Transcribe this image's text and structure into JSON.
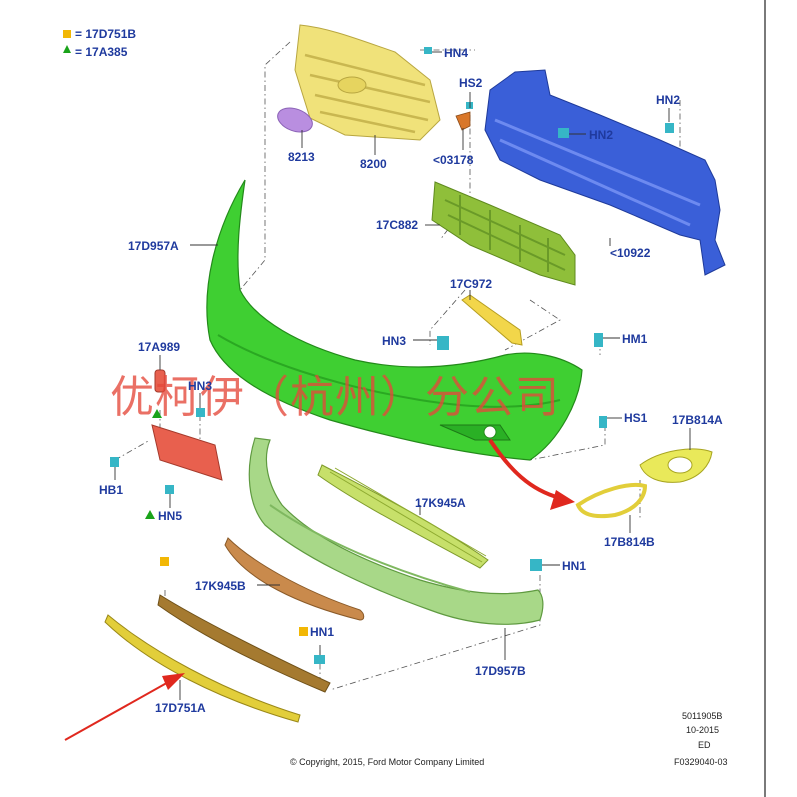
{
  "legend": [
    {
      "symbol": "square",
      "color": "#f2b705",
      "text": "= 17D751B"
    },
    {
      "symbol": "triangle",
      "color": "#1aa31a",
      "text": "= 17A385"
    }
  ],
  "labels": {
    "hn4": "HN4",
    "hs2": "HS2",
    "hn2a": "HN2",
    "hn2b": "HN2",
    "p8213": "8213",
    "p8200": "8200",
    "p03178": "<03178",
    "p17d957a": "17D957A",
    "p17c882": "17C882",
    "p10922": "<10922",
    "p17c972": "17C972",
    "hn3a": "HN3",
    "hm1": "HM1",
    "p17a989": "17A989",
    "hn3b": "HN3",
    "hs1": "HS1",
    "p17b814a": "17B814A",
    "hb1": "HB1",
    "hn5": "HN5",
    "p17k945a": "17K945A",
    "p17b814b": "17B814B",
    "hn1a": "HN1",
    "p17k945b": "17K945B",
    "hn1b": "HN1",
    "p17d957b": "17D957B",
    "p17d751a": "17D751A"
  },
  "watermark": "优柯伊（杭州）分公司",
  "footer": {
    "copyright": "© Copyright, 2015, Ford Motor Company Limited",
    "ref1": "5011905B",
    "ref2": "10-2015",
    "ref3": "ED",
    "ref4": "F0329040-03"
  },
  "colors": {
    "grille": "#f0e27a",
    "emblem": "#b98ee0",
    "reinforcement": "#3a5fd8",
    "absorber": "#8fbf3a",
    "bumper_cover": "#3fcf32",
    "bracket": "#f2d64a",
    "reflector": "#e8604e",
    "lower_cover": "#a8d888",
    "lower_grille": "#c7e06a",
    "deflector": "#c98a4c",
    "strip": "#e2ce3a",
    "fog_bezel": "#e9e95a",
    "arrow": "#e0281e",
    "fastener": "#36b6c6"
  }
}
